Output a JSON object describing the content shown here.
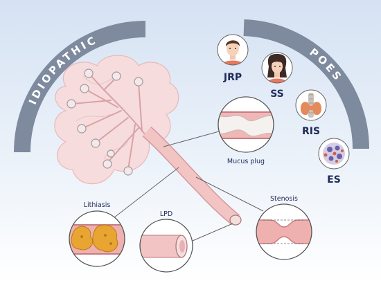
{
  "arcs": {
    "left_label": "IDIOPATHIC",
    "right_label": "POES",
    "color": "#7e8a9e"
  },
  "people": [
    {
      "label": "JRP",
      "icon": "young-man-icon"
    },
    {
      "label": "SS",
      "icon": "woman-icon"
    },
    {
      "label": "RIS",
      "icon": "thyroid-icon"
    },
    {
      "label": "ES",
      "icon": "cell-cluster-icon"
    }
  ],
  "callouts": {
    "mucus_plug": "Mucus plug",
    "lithiasis": "Lithiasis",
    "lpd": "LPD",
    "stenosis": "Stenosis"
  },
  "colors": {
    "background_top": "#d9e6f5",
    "background_bottom": "#ffffff",
    "gland": "#f6dcdc",
    "duct": "#edb2b2",
    "stone": "#e8a531",
    "label_text": "#1f2a5a"
  }
}
